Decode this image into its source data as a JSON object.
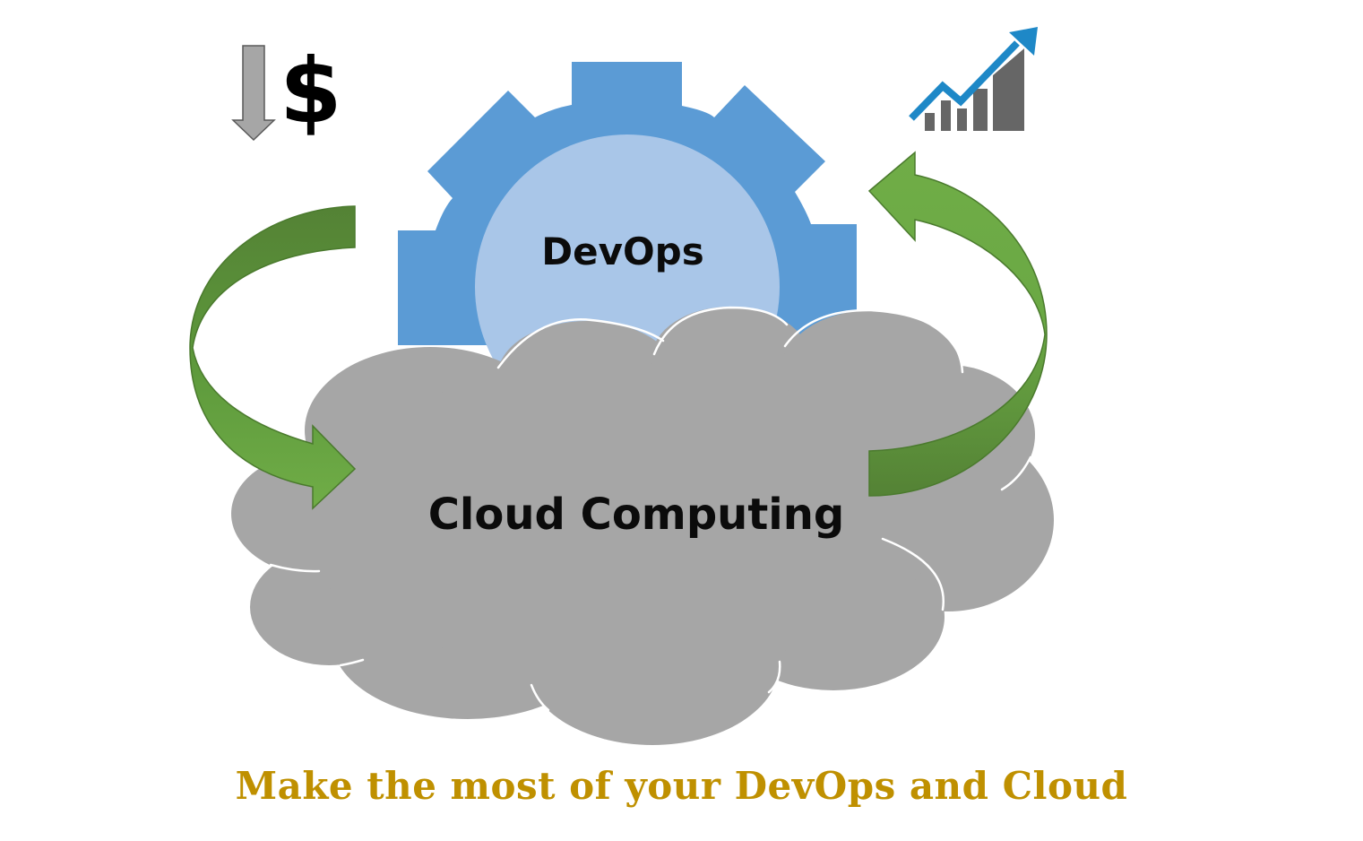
{
  "diagram": {
    "gear": {
      "label": "DevOps"
    },
    "cloud": {
      "label": "Cloud Computing"
    },
    "cost_icon": {
      "icon": "dollar-down-icon",
      "symbol": "$"
    },
    "growth_icon": {
      "icon": "growth-chart-icon"
    },
    "arrows": [
      "cycle-arrow-left-icon",
      "cycle-arrow-right-icon"
    ]
  },
  "tagline": {
    "text": "Make the most of your DevOps and Cloud"
  },
  "colors": {
    "gear_outer": "#5b9bd5",
    "gear_inner": "#a9c6e8",
    "cloud": "#a6a6a6",
    "arrow_light": "#70ad47",
    "arrow_dark": "#548235",
    "chart_line": "#1e88c7",
    "chart_bars": "#666666",
    "tagline": "#bf9000"
  }
}
